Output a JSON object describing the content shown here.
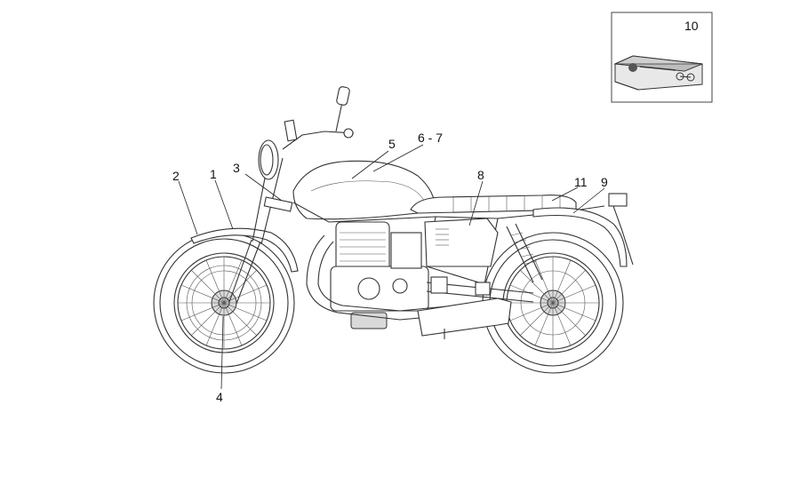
{
  "callouts": {
    "c1": "1",
    "c2": "2",
    "c3": "3",
    "c4": "4",
    "c5": "5",
    "c67": "6 - 7",
    "c8": "8",
    "c9": "9",
    "c10": "10",
    "c11": "11"
  },
  "colors": {
    "line": "#333333",
    "background": "#ffffff"
  }
}
